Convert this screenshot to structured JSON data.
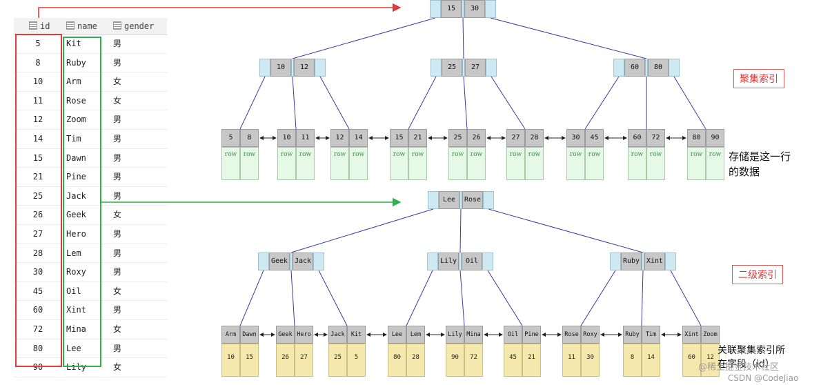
{
  "table": {
    "headers": {
      "id": "id",
      "name": "name",
      "gender": "gender"
    },
    "rows": [
      {
        "id": "5",
        "name": "Kit",
        "gender": "男"
      },
      {
        "id": "8",
        "name": "Ruby",
        "gender": "男"
      },
      {
        "id": "10",
        "name": "Arm",
        "gender": "女"
      },
      {
        "id": "11",
        "name": "Rose",
        "gender": "女"
      },
      {
        "id": "12",
        "name": "Zoom",
        "gender": "男"
      },
      {
        "id": "14",
        "name": "Tim",
        "gender": "男"
      },
      {
        "id": "15",
        "name": "Dawn",
        "gender": "男"
      },
      {
        "id": "21",
        "name": "Pine",
        "gender": "男"
      },
      {
        "id": "25",
        "name": "Jack",
        "gender": "男"
      },
      {
        "id": "26",
        "name": "Geek",
        "gender": "女"
      },
      {
        "id": "27",
        "name": "Hero",
        "gender": "男"
      },
      {
        "id": "28",
        "name": "Lem",
        "gender": "男"
      },
      {
        "id": "30",
        "name": "Roxy",
        "gender": "男"
      },
      {
        "id": "45",
        "name": "Oil",
        "gender": "女"
      },
      {
        "id": "60",
        "name": "Xint",
        "gender": "男"
      },
      {
        "id": "72",
        "name": "Mina",
        "gender": "女"
      },
      {
        "id": "80",
        "name": "Lee",
        "gender": "男"
      },
      {
        "id": "90",
        "name": "Lily",
        "gender": "女"
      }
    ]
  },
  "clustered": {
    "root": [
      "15",
      "30"
    ],
    "internal": [
      [
        "10",
        "12"
      ],
      [
        "25",
        "27"
      ],
      [
        "60",
        "80"
      ]
    ],
    "leaves": [
      {
        "keys": [
          "5",
          "8"
        ],
        "vals": [
          "row",
          "row"
        ]
      },
      {
        "keys": [
          "10",
          "11"
        ],
        "vals": [
          "row",
          "row"
        ]
      },
      {
        "keys": [
          "12",
          "14"
        ],
        "vals": [
          "row",
          "row"
        ]
      },
      {
        "keys": [
          "15",
          "21"
        ],
        "vals": [
          "row",
          "row"
        ]
      },
      {
        "keys": [
          "25",
          "26"
        ],
        "vals": [
          "row",
          "row"
        ]
      },
      {
        "keys": [
          "27",
          "28"
        ],
        "vals": [
          "row",
          "row"
        ]
      },
      {
        "keys": [
          "30",
          "45"
        ],
        "vals": [
          "row",
          "row"
        ]
      },
      {
        "keys": [
          "60",
          "72"
        ],
        "vals": [
          "row",
          "row"
        ]
      },
      {
        "keys": [
          "80",
          "90"
        ],
        "vals": [
          "row",
          "row"
        ]
      }
    ],
    "tag": "聚集索引",
    "note_line1": "存储是这一行",
    "note_line2": "的数据"
  },
  "secondary": {
    "root": [
      "Lee",
      "Rose"
    ],
    "internal": [
      [
        "Geek",
        "Jack"
      ],
      [
        "Lily",
        "Oil"
      ],
      [
        "Ruby",
        "Xint"
      ]
    ],
    "leaves": [
      {
        "keys": [
          "Arm",
          "Dawn"
        ],
        "vals": [
          "10",
          "15"
        ]
      },
      {
        "keys": [
          "Geek",
          "Hero"
        ],
        "vals": [
          "26",
          "27"
        ]
      },
      {
        "keys": [
          "Jack",
          "Kit"
        ],
        "vals": [
          "25",
          "5"
        ]
      },
      {
        "keys": [
          "Lee",
          "Lem"
        ],
        "vals": [
          "80",
          "28"
        ]
      },
      {
        "keys": [
          "Lily",
          "Mina"
        ],
        "vals": [
          "90",
          "72"
        ]
      },
      {
        "keys": [
          "Oil",
          "Pine"
        ],
        "vals": [
          "45",
          "21"
        ]
      },
      {
        "keys": [
          "Rose",
          "Roxy"
        ],
        "vals": [
          "11",
          "30"
        ]
      },
      {
        "keys": [
          "Ruby",
          "Tim"
        ],
        "vals": [
          "8",
          "14"
        ]
      },
      {
        "keys": [
          "Xint",
          "Zoom"
        ],
        "vals": [
          "60",
          "12"
        ]
      }
    ],
    "tag": "二级索引",
    "note_line1": "关联聚集索引所",
    "note_line2": "在字段（id）"
  },
  "watermark": {
    "line1": "@稀土掘金技术社区",
    "line2": "CSDN @CodeJiao"
  },
  "colors": {
    "id_box": "#e23a3a",
    "name_box": "#2bb34a",
    "edge": "#3a3aa0",
    "leaf_clustered": "#e6f8e6",
    "leaf_secondary": "#f5e8ad"
  }
}
